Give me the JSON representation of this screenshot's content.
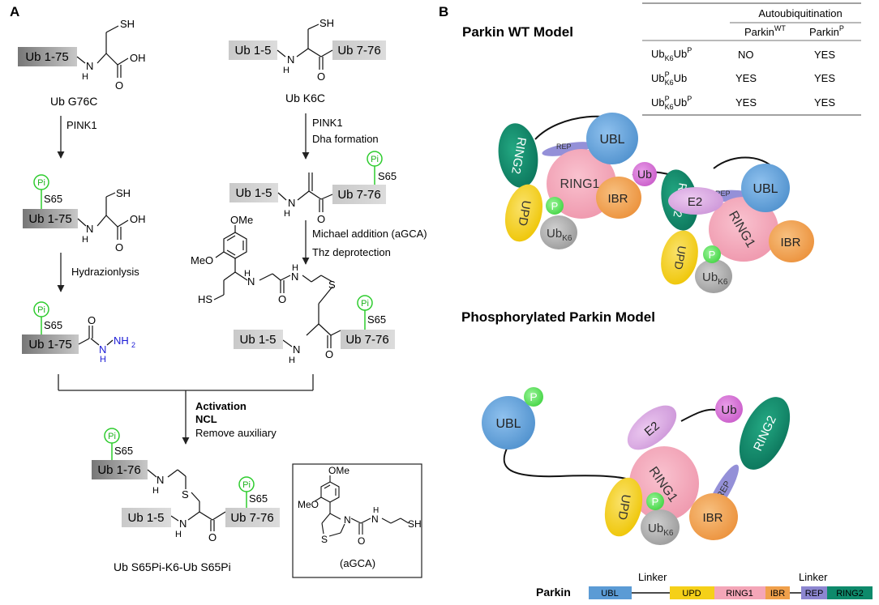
{
  "panelA": {
    "label": "A",
    "ub_g76c": {
      "ub": "Ub 1-75",
      "sh": "SH",
      "nh": "N",
      "h": "H",
      "oh": "OH",
      "o": "O",
      "name": "Ub G76C"
    },
    "ub_k6c": {
      "left": "Ub 1-5",
      "right": "Ub 7-76",
      "sh": "SH",
      "nh": "N",
      "h": "H",
      "o": "O",
      "name": "Ub K6C"
    },
    "step_pink1_left": "PINK1",
    "step_pink1_right": "PINK1",
    "step_dha": "Dha formation",
    "phospho_left": {
      "pi": "Pi",
      "s65": "S65",
      "ub": "Ub 1-75",
      "sh": "SH",
      "nh": "N",
      "h": "H",
      "oh": "OH",
      "o": "O"
    },
    "phospho_right": {
      "pi": "Pi",
      "s65": "S65",
      "left": "Ub 1-5",
      "right": "Ub 7-76",
      "nh": "N",
      "h": "H",
      "o": "O"
    },
    "step_hydrazinolysis": "Hydrazionlysis",
    "step_michael": "Michael addition (aGCA)",
    "step_thz": "Thz deprotection",
    "hydrazide": {
      "pi": "Pi",
      "s65": "S65",
      "ub": "Ub 1-75",
      "o": "O",
      "n": "N",
      "h": "H",
      "nh2": "NH",
      "sub2": "2"
    },
    "aux": {
      "ome": "OMe",
      "meo": "MeO",
      "hs": "HS",
      "n": "N",
      "h": "H",
      "s": "S",
      "o": "O",
      "pi": "Pi",
      "s65": "S65",
      "left": "Ub 1-5",
      "right": "Ub 7-76"
    },
    "step_activation": "Activation",
    "step_ncl": "NCL",
    "step_remove": "Remove auxiliary",
    "product": {
      "pi1": "Pi",
      "s65a": "S65",
      "ub176": "Ub 1-76",
      "n1": "N",
      "h1": "H",
      "s": "S",
      "pi2": "Pi",
      "s65b": "S65",
      "left": "Ub 1-5",
      "right": "Ub 7-76",
      "n2": "N",
      "h2": "H",
      "o": "O",
      "name": "Ub S65Pi-K6-Ub S65Pi"
    },
    "agca_box": {
      "ome": "OMe",
      "meo": "MeO",
      "n": "N",
      "s": "S",
      "o": "O",
      "nh": "N",
      "h": "H",
      "sh": "SH",
      "caption": "(aGCA)"
    }
  },
  "panelB": {
    "label": "B",
    "wt_title": "Parkin WT Model",
    "phospho_title": "Phosphorylated Parkin Model",
    "table": {
      "header": "Autoubiquitination",
      "col1": "Parkin",
      "col1_sup": "WT",
      "col2": "Parkin",
      "col2_sup": "P",
      "rows": [
        {
          "a": "Ub",
          "a_sub": "K6",
          "b": "Ub",
          "b_sup": "P",
          "v1": "NO",
          "v2": "YES"
        },
        {
          "a": "Ub",
          "a_sup": "P",
          "a_sub": "K6",
          "b": "Ub",
          "v1": "YES",
          "v2": "YES"
        },
        {
          "a": "Ub",
          "a_sup": "P",
          "a_sub": "K6",
          "b": "Ub",
          "b_sup": "P",
          "v1": "YES",
          "v2": "YES"
        }
      ]
    },
    "domains": {
      "ubl": "UBL",
      "ring1": "RING1",
      "ring2": "RING2",
      "ibr": "IBR",
      "upd": "UPD",
      "rep": "REP",
      "e2": "E2",
      "ub": "Ub",
      "p": "P",
      "ub_k6": "Ub",
      "k6": "K6"
    },
    "colors": {
      "ubl": "#5b9bd5",
      "ring1": "#f4a6b8",
      "ring2": "#0e8a6b",
      "ibr": "#f0a04b",
      "upd": "#f5d019",
      "rep": "#8c86d0",
      "e2": "#d9a6e0",
      "ub": "#d66fd6",
      "p": "#5ee05e",
      "ubk6": "#aaaaaa"
    },
    "bar": {
      "label": "Parkin",
      "linker1": "Linker",
      "linker2": "Linker",
      "segments": [
        "UBL",
        "UPD",
        "RING1",
        "IBR",
        "REP",
        "RING2"
      ]
    }
  }
}
